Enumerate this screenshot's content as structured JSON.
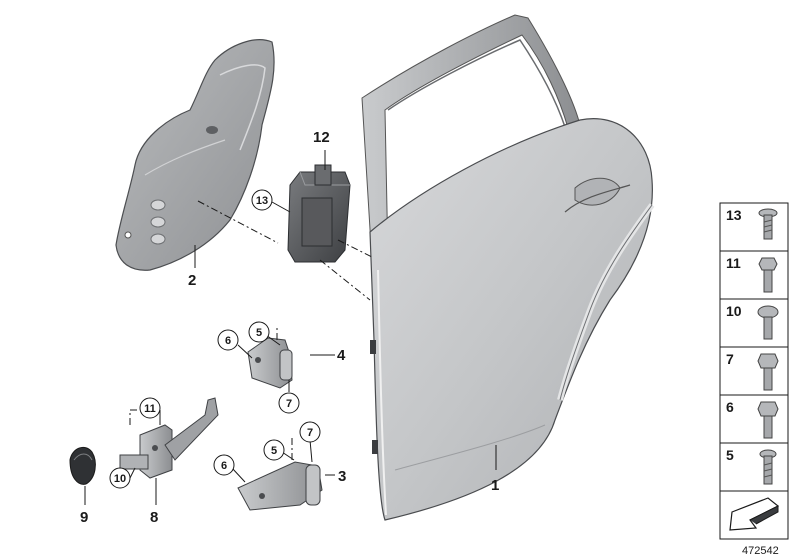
{
  "diagram": {
    "reference_number": "472542",
    "callouts": {
      "door_shell": "1",
      "moisture_barrier": "2",
      "lower_hinge": "3",
      "upper_hinge": "4",
      "stopper_pad": "12",
      "check_strap": "8",
      "grommet": "9",
      "screw_13": "13",
      "screw_6_upper": "6",
      "screw_5_upper": "5",
      "screw_7_upper": "7",
      "screw_11": "11",
      "screw_10": "10",
      "screw_5_lower": "5",
      "screw_7_lower": "7",
      "screw_6_lower": "6"
    },
    "fastener_panel": [
      "13",
      "11",
      "10",
      "7",
      "6",
      "5"
    ]
  }
}
